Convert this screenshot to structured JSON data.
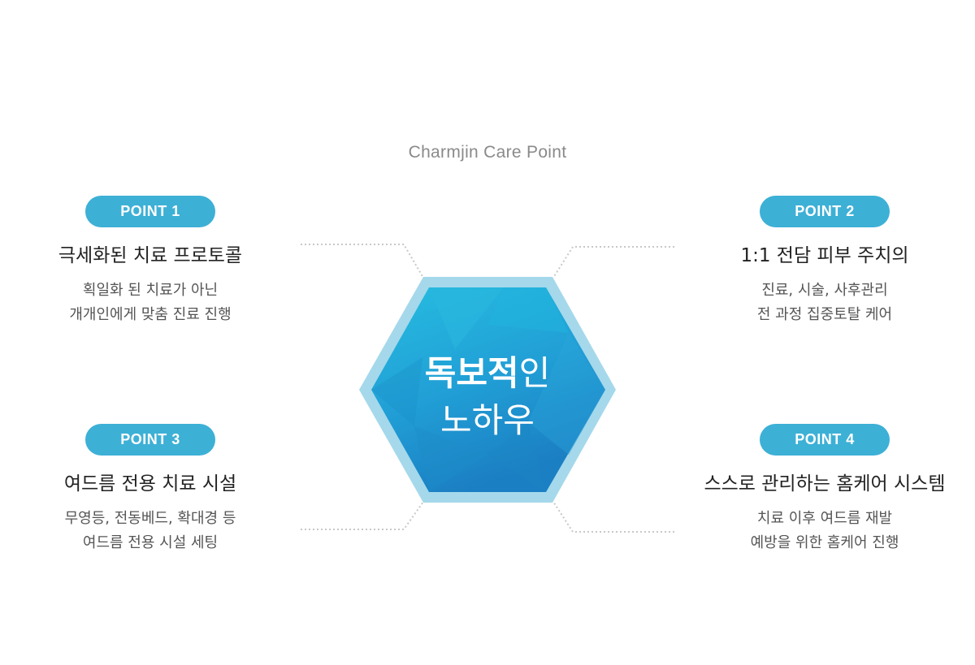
{
  "subtitle": "Charmjin Care Point",
  "center": {
    "title_bold": "독보적",
    "title_regular": "인",
    "line2": "노하우"
  },
  "points": [
    {
      "badge": "POINT 1",
      "title": "극세화된 치료 프로토콜",
      "desc": [
        "획일화 된 치료가 아닌",
        "개개인에게 맞춤 진료 진행"
      ]
    },
    {
      "badge": "POINT 2",
      "title": "1:1 전담 피부 주치의",
      "desc": [
        "진료, 시술, 사후관리",
        "전 과정 집중토탈 케어"
      ]
    },
    {
      "badge": "POINT 3",
      "title": "여드름 전용 치료 시설",
      "desc": [
        "무영등, 전동베드, 확대경 등",
        "여드름 전용 시설 세팅"
      ]
    },
    {
      "badge": "POINT 4",
      "title": "스스로 관리하는 홈케어 시스템",
      "desc": [
        "치료 이후 여드름 재발",
        "예방을 위한 홈케어 진행"
      ]
    }
  ],
  "colors": {
    "badge": "#3db0d6",
    "hex_outer": "#a5d8eb",
    "hex_inner": "#1f98d0",
    "connector": "#c8c8c8"
  }
}
